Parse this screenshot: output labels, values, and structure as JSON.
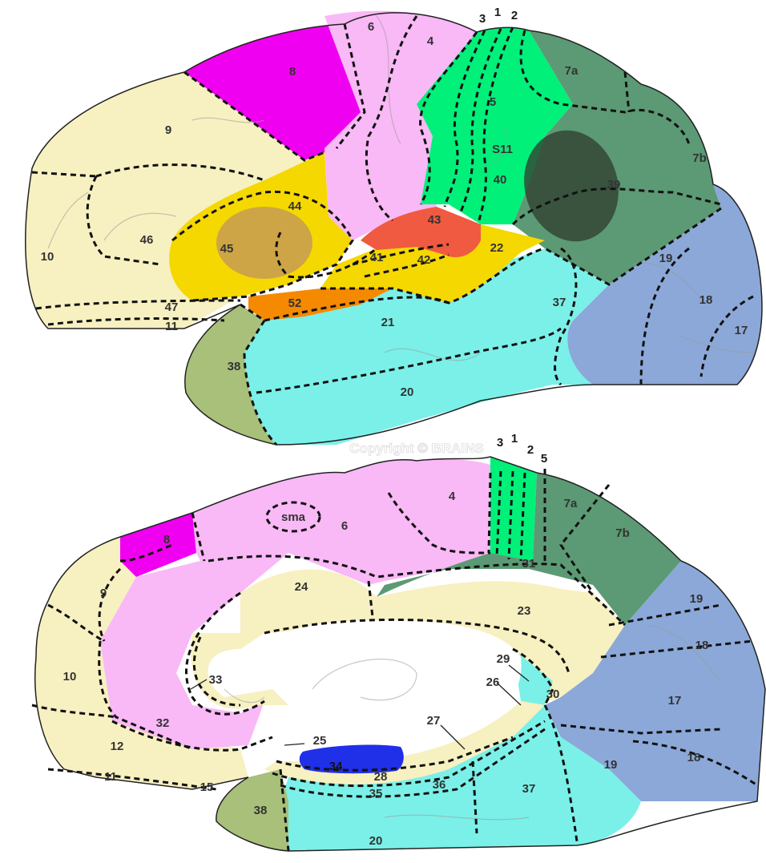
{
  "colors": {
    "cream": "#f7f0c0",
    "pink": "#f9b8f6",
    "magenta": "#f000f0",
    "green_bright": "#00f07a",
    "green_dark": "#5b9a74",
    "blue": "#8ba8d8",
    "cyan": "#7af0e8",
    "yellow": "#f5d800",
    "orange": "#f58a00",
    "red": "#f05a40",
    "olive": "#a8c07a",
    "royal_blue": "#2030e8",
    "overlay_dark": "#2f3f2f",
    "overlay_tan": "#c59a55"
  },
  "watermark": "Copyright © BRAINS",
  "lateral_view": {
    "areas": [
      {
        "id": "10",
        "label": "10"
      },
      {
        "id": "9",
        "label": "9"
      },
      {
        "id": "46",
        "label": "46"
      },
      {
        "id": "8",
        "label": "8"
      },
      {
        "id": "6",
        "label": "6"
      },
      {
        "id": "4",
        "label": "4"
      },
      {
        "id": "3",
        "label": "3"
      },
      {
        "id": "1",
        "label": "1"
      },
      {
        "id": "2",
        "label": "2"
      },
      {
        "id": "5",
        "label": "5"
      },
      {
        "id": "7a",
        "label": "7a"
      },
      {
        "id": "7b",
        "label": "7b"
      },
      {
        "id": "S11",
        "label": "S11"
      },
      {
        "id": "40",
        "label": "40"
      },
      {
        "id": "39",
        "label": "39"
      },
      {
        "id": "44",
        "label": "44"
      },
      {
        "id": "45",
        "label": "45"
      },
      {
        "id": "43",
        "label": "43"
      },
      {
        "id": "41",
        "label": "41"
      },
      {
        "id": "42",
        "label": "42"
      },
      {
        "id": "22",
        "label": "22"
      },
      {
        "id": "47",
        "label": "47"
      },
      {
        "id": "11",
        "label": "11"
      },
      {
        "id": "52",
        "label": "52"
      },
      {
        "id": "21",
        "label": "21"
      },
      {
        "id": "37",
        "label": "37"
      },
      {
        "id": "19",
        "label": "19"
      },
      {
        "id": "18",
        "label": "18"
      },
      {
        "id": "17",
        "label": "17"
      },
      {
        "id": "38",
        "label": "38"
      },
      {
        "id": "20",
        "label": "20"
      }
    ]
  },
  "medial_view": {
    "areas": [
      {
        "id": "3",
        "label": "3"
      },
      {
        "id": "1",
        "label": "1"
      },
      {
        "id": "2",
        "label": "2"
      },
      {
        "id": "5",
        "label": "5"
      },
      {
        "id": "sma",
        "label": "sma"
      },
      {
        "id": "6",
        "label": "6"
      },
      {
        "id": "4",
        "label": "4"
      },
      {
        "id": "7a",
        "label": "7a"
      },
      {
        "id": "7b",
        "label": "7b"
      },
      {
        "id": "8",
        "label": "8"
      },
      {
        "id": "9",
        "label": "9"
      },
      {
        "id": "31",
        "label": "31"
      },
      {
        "id": "24",
        "label": "24"
      },
      {
        "id": "23",
        "label": "23"
      },
      {
        "id": "19a",
        "label": "19"
      },
      {
        "id": "18a",
        "label": "18"
      },
      {
        "id": "10",
        "label": "10"
      },
      {
        "id": "33",
        "label": "33"
      },
      {
        "id": "29",
        "label": "29"
      },
      {
        "id": "26",
        "label": "26"
      },
      {
        "id": "30",
        "label": "30"
      },
      {
        "id": "17",
        "label": "17"
      },
      {
        "id": "32",
        "label": "32"
      },
      {
        "id": "27",
        "label": "27"
      },
      {
        "id": "12",
        "label": "12"
      },
      {
        "id": "25",
        "label": "25"
      },
      {
        "id": "34",
        "label": "34"
      },
      {
        "id": "28",
        "label": "28"
      },
      {
        "id": "35",
        "label": "35"
      },
      {
        "id": "36",
        "label": "36"
      },
      {
        "id": "11",
        "label": "11"
      },
      {
        "id": "15",
        "label": "15"
      },
      {
        "id": "38",
        "label": "38"
      },
      {
        "id": "37",
        "label": "37"
      },
      {
        "id": "19b",
        "label": "19"
      },
      {
        "id": "18b",
        "label": "18"
      },
      {
        "id": "20",
        "label": "20"
      }
    ]
  }
}
